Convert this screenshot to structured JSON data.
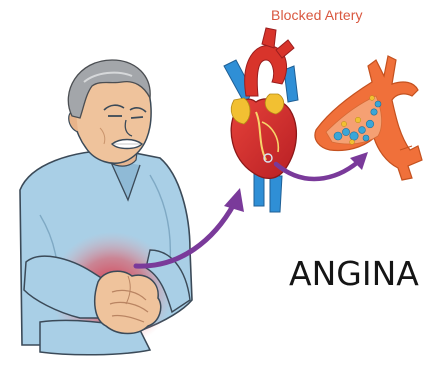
{
  "diagram": {
    "caption": "Blocked Artery",
    "title": "ANGINA"
  },
  "icons": {
    "person": "man-clutching-chest",
    "heart": "anatomical-heart",
    "artery": "blocked-artery-cross-section",
    "arrow": "curved-arrow"
  },
  "colors": {
    "caption": "#d9573f",
    "title": "#151515",
    "arrow": "#7a3a9a",
    "heart_red": "#d8342b",
    "vessel_blue": "#2f8fd6",
    "fat_yellow": "#f2c032",
    "plaque_blue": "#3aa6d8",
    "artery_orange": "#f0703a",
    "shirt": "#a9cfe6",
    "chest_pain": "#d9434a"
  }
}
